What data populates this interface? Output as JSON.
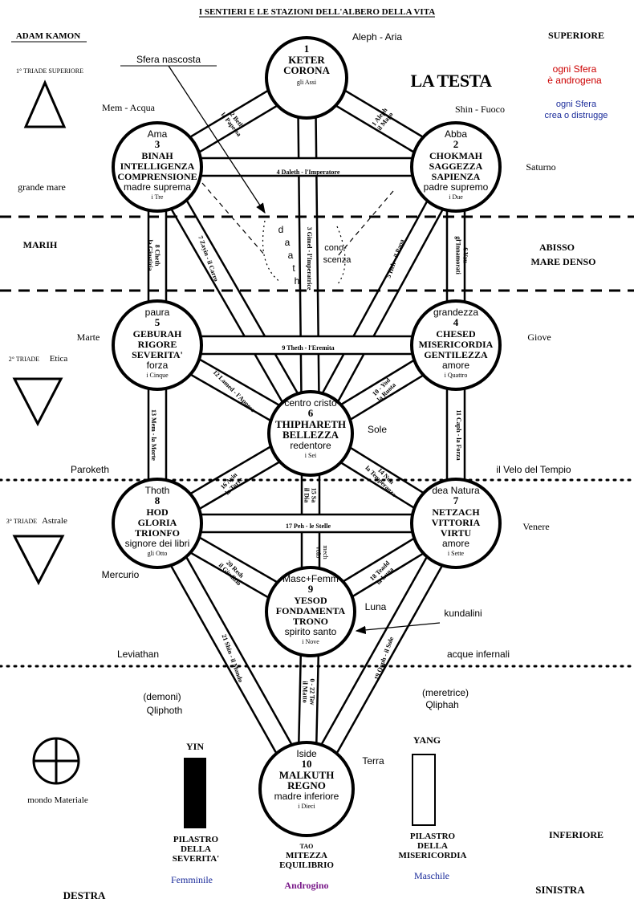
{
  "title": "I SENTIERI E LE STAZIONI DELL'ALBERO DELLA VITA",
  "corner_labels": {
    "top_left": "ADAM KAMON",
    "top_right": "SUPERIORE",
    "bottom_right_upper": "INFERIORE",
    "bottom_left": "DESTRA",
    "bottom_right": "SINISTRA"
  },
  "head_label": "LA TESTA",
  "notes": {
    "androgynous": [
      "ogni Sfera",
      "è androgena"
    ],
    "create_destroy": [
      "ogni Sfera",
      "crea o distrugge"
    ]
  },
  "triads": {
    "first": "1° TRIADE SUPERIORE",
    "second_label": "2° TRIADE",
    "second_name": "Etica",
    "third_label": "3° TRIADE",
    "third_name": "Astrale"
  },
  "hidden_sphere": "Sfera nascosta",
  "daath": [
    "d",
    "a",
    "a",
    "t",
    "h"
  ],
  "knowledge": [
    "cono-",
    "scenza"
  ],
  "side_labels": {
    "aleph": "Aleph - Aria",
    "mem": "Mem - Acqua",
    "shin": "Shin - Fuoco",
    "saturno": "Saturno",
    "grande_mare": "grande mare",
    "marih": "MARIH",
    "abisso": [
      "ABISSO",
      "MARE DENSO"
    ],
    "marte": "Marte",
    "giove": "Giove",
    "sole": "Sole",
    "paroketh": "Paroketh",
    "velo": "il Velo del Tempio",
    "venere": "Venere",
    "mercurio": "Mercurio",
    "luna": "Luna",
    "kundalini": "kundalini",
    "leviathan": "Leviathan",
    "acque": "acque infernali",
    "qliphoth": [
      "(demoni)",
      "Qliphoth"
    ],
    "qliphah": [
      "(meretrice)",
      "Qliphah"
    ],
    "terra": "Terra",
    "mondo": "mondo Materiale"
  },
  "pillars": {
    "yin": "YIN",
    "yang": "YANG",
    "left": [
      "PILASTRO",
      "DELLA",
      "SEVERITA'"
    ],
    "middle": [
      "TAO",
      "MITEZZA",
      "EQUILIBRIO"
    ],
    "right": [
      "PILASTRO",
      "DELLA",
      "MISERICORDIA"
    ],
    "left_gender": "Femminile",
    "middle_gender": "Androgino",
    "right_gender": "Maschile"
  },
  "sephiroth": [
    {
      "id": "keter",
      "top": "",
      "num": "1",
      "lines": [
        "KETER",
        "CORONA"
      ],
      "sub": "",
      "note": "gli Assi"
    },
    {
      "id": "chokmah",
      "top": "Abba",
      "num": "2",
      "lines": [
        "CHOKMAH",
        "SAGGEZZA",
        "SAPIENZA"
      ],
      "sub": "padre supremo",
      "note": "i Due"
    },
    {
      "id": "binah",
      "top": "Ama",
      "num": "3",
      "lines": [
        "BINAH",
        "INTELLIGENZA",
        "COMPRENSIONE"
      ],
      "sub": "madre suprema",
      "note": "i Tre"
    },
    {
      "id": "chesed",
      "top": "grandezza",
      "num": "4",
      "lines": [
        "CHESED",
        "MISERICORDIA",
        "GENTILEZZA"
      ],
      "sub": "amore",
      "note": "i Quattro"
    },
    {
      "id": "geburah",
      "top": "paura",
      "num": "5",
      "lines": [
        "GEBURAH",
        "RIGORE",
        "SEVERITA'"
      ],
      "sub": "forza",
      "note": "i Cinque"
    },
    {
      "id": "tiphareth",
      "top": "centro cristo",
      "num": "6",
      "lines": [
        "THIPHARETH",
        "BELLEZZA"
      ],
      "sub": "redentore",
      "note": "i Sei"
    },
    {
      "id": "netzach",
      "top": "dea Natura",
      "num": "7",
      "lines": [
        "NETZACH",
        "VITTORIA",
        "VIRTU"
      ],
      "sub": "amore",
      "note": "i Sette"
    },
    {
      "id": "hod",
      "top": "Thoth",
      "num": "8",
      "lines": [
        "HOD",
        "GLORIA",
        "TRIONFO"
      ],
      "sub": "signore dei libri",
      "note": "gli Otto"
    },
    {
      "id": "yesod",
      "top": "Masc+Femm",
      "num": "9",
      "lines": [
        "YESOD",
        "FONDAMENTA",
        "TRONO"
      ],
      "sub": "spirito santo",
      "note": "i Nove"
    },
    {
      "id": "malkuth",
      "top": "Iside",
      "num": "10",
      "lines": [
        "MALKUTH",
        "REGNO"
      ],
      "sub": "madre inferiore",
      "note": "i Dieci"
    }
  ],
  "paths": [
    {
      "id": "p1",
      "lines": [
        "1 Aleph",
        "il Mago"
      ]
    },
    {
      "id": "p2",
      "lines": [
        "2 Beth",
        "la Papessa"
      ]
    },
    {
      "id": "p3",
      "lines": [
        "3 Gimel - l'Imperatrice"
      ]
    },
    {
      "id": "p4",
      "lines": [
        "4 Daleth - l'Imperatore"
      ]
    },
    {
      "id": "p5",
      "lines": [
        "5 Heh - il Papa"
      ]
    },
    {
      "id": "p6",
      "lines": [
        "6 Vau",
        "gl'Innamorati"
      ]
    },
    {
      "id": "p7",
      "lines": [
        "7 Zayin - il Carro"
      ]
    },
    {
      "id": "p8",
      "lines": [
        "8 Cheth",
        "la Giustizia"
      ]
    },
    {
      "id": "p9",
      "lines": [
        "9 Theth - l'Eremita"
      ]
    },
    {
      "id": "p10",
      "lines": [
        "10 - Yod",
        "la Ruota"
      ]
    },
    {
      "id": "p11",
      "lines": [
        "11 Caph - la Forza"
      ]
    },
    {
      "id": "p12",
      "lines": [
        "12 Lamed - l'Appeso"
      ]
    },
    {
      "id": "p13",
      "lines": [
        "13 Mem - la Morte"
      ]
    },
    {
      "id": "p14",
      "lines": [
        "14 Nun",
        "la Temperanza"
      ]
    },
    {
      "id": "p15",
      "lines": [
        "15 Sa",
        "il Dia"
      ]
    },
    {
      "id": "p16",
      "lines": [
        "16 Ayin",
        "la Torre"
      ]
    },
    {
      "id": "p17",
      "lines": [
        "17 Peh - le Stelle"
      ]
    },
    {
      "id": "p18",
      "lines": [
        "18 Teadd",
        "la Luna"
      ]
    },
    {
      "id": "p19",
      "lines": [
        "19 Qoph - il Sole"
      ]
    },
    {
      "id": "p20",
      "lines": [
        "20 Resh",
        "il Giudizio"
      ]
    },
    {
      "id": "p21",
      "lines": [
        "21 Shin - il Mondo"
      ]
    },
    {
      "id": "p22",
      "lines": [
        "0 - 22 Tav",
        "il Matto"
      ]
    },
    {
      "id": "p_mech",
      "lines": [
        "mech",
        "volo"
      ]
    }
  ]
}
